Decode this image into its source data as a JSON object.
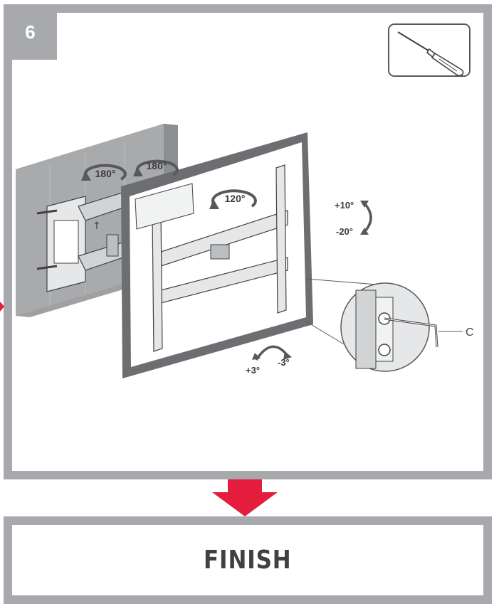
{
  "step": {
    "number": "6"
  },
  "tool": {
    "icon": "screwdriver-icon"
  },
  "rotations": {
    "swivel_left": "180°",
    "swivel_right": "180°",
    "rotate": "120°",
    "tilt_up": "+10°",
    "tilt_down": "-20°",
    "level_plus": "+3°",
    "level_minus": "-3°"
  },
  "callout": {
    "part_label": "C"
  },
  "finish": {
    "label": "FINISH"
  },
  "colors": {
    "frame": "#a7a9ac",
    "arrow": "#e31d3b",
    "wall": "#a0a0a2",
    "tv_bezel": "#6d6e71"
  }
}
